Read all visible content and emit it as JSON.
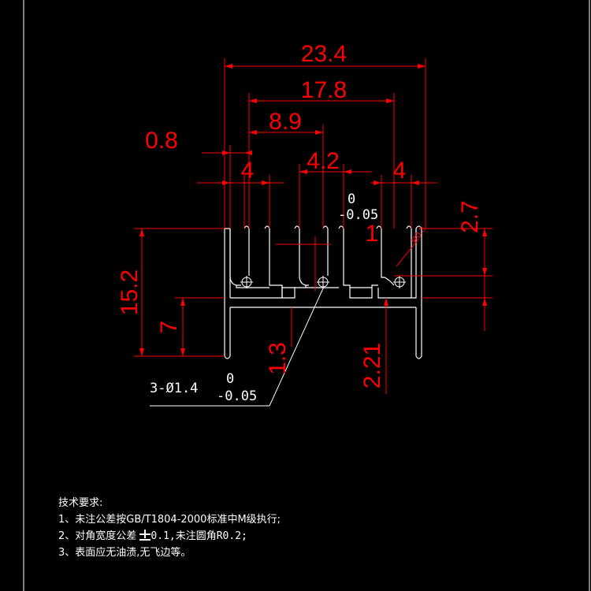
{
  "drawing": {
    "dimensions": {
      "overall_width": "23.4",
      "fin_span": "17.8",
      "half_span": "8.9",
      "fin_thickness": "0.8",
      "gap_left": "4",
      "gap_center": "4.2",
      "gap_right": "4",
      "upper_fin_height": "2.7",
      "total_height": "15.2",
      "lower_height": "7",
      "hole_offset": "1.3",
      "lower_offset": "2.21",
      "small_one": "1",
      "radius": "R0.3"
    },
    "center_tolerance": {
      "upper": "0",
      "lower": "-0.05"
    },
    "hole_callout": {
      "label": "3-Ø1.4",
      "upper": "0",
      "lower": "-0.05"
    }
  },
  "notes": {
    "title": "技术要求:",
    "line1": "1、未注公差按GB/T1804-2000标准中M级执行;",
    "line2_prefix": "2、对角宽度公差",
    "line2_value": "0.1,未注圆角R0.2;",
    "line3": "3、表面应无油渍,无飞边等。"
  },
  "colors": {
    "background": "#000000",
    "dimension": "#ff0000",
    "outline": "#ffffff"
  }
}
